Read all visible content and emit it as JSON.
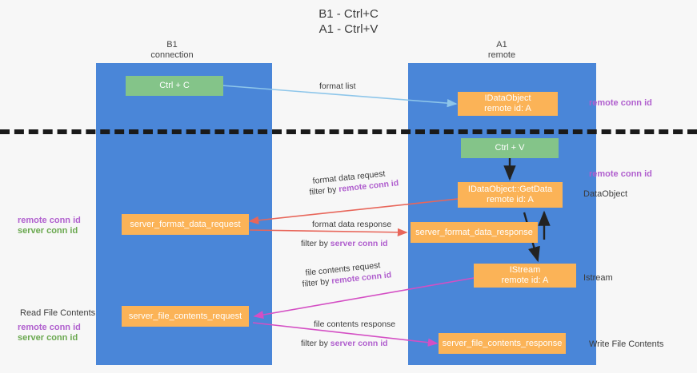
{
  "title": {
    "line1": "B1 - Ctrl+C",
    "line2": "A1 - Ctrl+V"
  },
  "lanes": [
    {
      "id": "b1",
      "name": "B1",
      "role": "connection"
    },
    {
      "id": "a1",
      "name": "A1",
      "role": "remote"
    }
  ],
  "boxes": {
    "ctrl_c": "Ctrl + C",
    "ctrl_v": "Ctrl + V",
    "idataobject_l1": "IDataObject",
    "idataobject_l2": "remote id: A",
    "getdata_l1": "IDataObject::GetData",
    "getdata_l2": "remote id: A",
    "istream_l1": "IStream",
    "istream_l2": "remote id: A",
    "server_format_data_request": "server_format_data_request",
    "server_format_data_response": "server_format_data_response",
    "server_file_contents_request": "server_file_contents_request",
    "server_file_contents_response": "server_file_contents_response"
  },
  "edges": {
    "format_list": "format list",
    "format_data_request": "format data request",
    "format_data_request_filter_prefix": "filter by ",
    "format_data_request_filter_key": "remote conn id",
    "format_data_response": "format data response",
    "format_data_response_filter_prefix": "filter by ",
    "format_data_response_filter_key": "server conn id",
    "file_contents_request": "file contents request",
    "file_contents_request_filter_prefix": "filter by ",
    "file_contents_request_filter_key": "remote conn id",
    "file_contents_response": "file contents response",
    "file_contents_response_filter_prefix": "filter by ",
    "file_contents_response_filter_key": "server conn id"
  },
  "annotations": {
    "right_remote_conn_id_top": "remote conn id",
    "right_remote_conn_id_mid": "remote conn id",
    "right_dataobject": "DataObject",
    "right_istream": "Istream",
    "right_write_file_contents": "Write File Contents",
    "left_remote_conn_id": "remote conn id",
    "left_server_conn_id": "server conn id",
    "left_read_file_contents": "Read File Contents",
    "left_remote_conn_id_2": "remote conn id",
    "left_server_conn_id_2": "server conn id"
  },
  "colors": {
    "lane": "#4a86d8",
    "green_box": "#84c489",
    "orange_box": "#fbb357",
    "purple_key": "#b05fce",
    "green_key": "#6aa84f",
    "arrow_blue": "#8ec6ea",
    "arrow_red": "#e8665a",
    "arrow_magenta": "#d44fc4",
    "arrow_black": "#222222",
    "divider": "#1a1a1a",
    "background": "#f7f7f7"
  }
}
